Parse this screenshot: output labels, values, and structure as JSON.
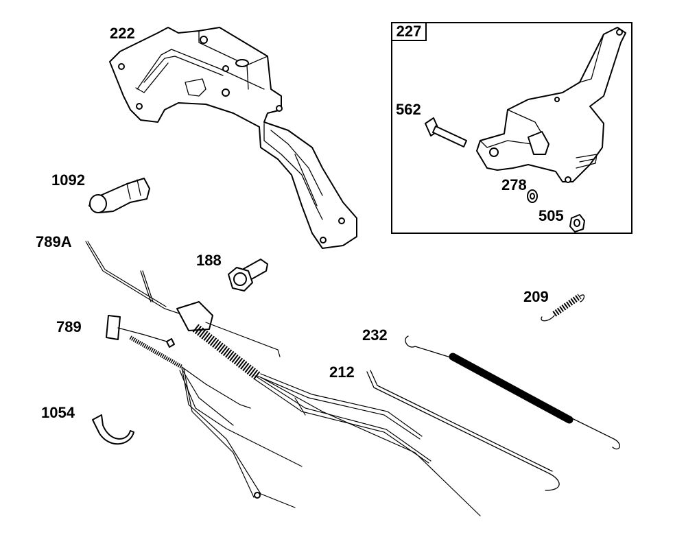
{
  "labels": {
    "p222": "222",
    "p227": "227",
    "p562": "562",
    "p278": "278",
    "p505": "505",
    "p1092": "1092",
    "p789A": "789A",
    "p188": "188",
    "p209": "209",
    "p789": "789",
    "p232": "232",
    "p212": "212",
    "p1054": "1054"
  }
}
